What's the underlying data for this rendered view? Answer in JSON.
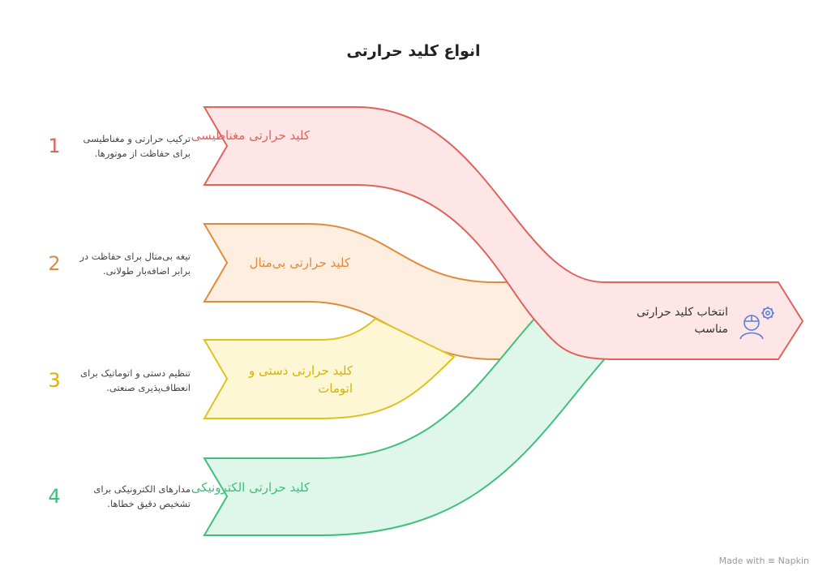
{
  "title": "انواع کلید حرارتی",
  "target": {
    "label": "انتخاب کلید حرارتی مناسب",
    "icon": "engineer-gear-icon"
  },
  "items": [
    {
      "number": "1",
      "label": "کلید حرارتی مغناطیسی",
      "description": "ترکیب حرارتی و مغناطیسی برای حفاظت از موتورها.",
      "stroke": "#e0625d",
      "fill": "#fde6e5",
      "text": "#e0625d"
    },
    {
      "number": "2",
      "label": "کلید حرارتی بی‌متال",
      "description": "تیغه بی‌متال برای حفاظت در برابر اضافه‌بار طولانی.",
      "stroke": "#e08a3c",
      "fill": "#fdeedf",
      "text": "#e08a3c"
    },
    {
      "number": "3",
      "label": "کلید حرارتی دستی و اتومات",
      "description": "تنظیم دستی و اتوماتیک برای انعطاف‌پذیری صنعتی.",
      "stroke": "#e0c21e",
      "fill": "#fdf7d6",
      "text": "#d9b300"
    },
    {
      "number": "4",
      "label": "کلید حرارتی الکترونیکی",
      "description": "مدارهای الکترونیکی برای تشخیص دقیق خطاها.",
      "stroke": "#3fbf7a",
      "fill": "#dff7ea",
      "text": "#3fbf7a"
    }
  ],
  "footer": {
    "made_with": "Made with",
    "brand": "Napkin"
  }
}
